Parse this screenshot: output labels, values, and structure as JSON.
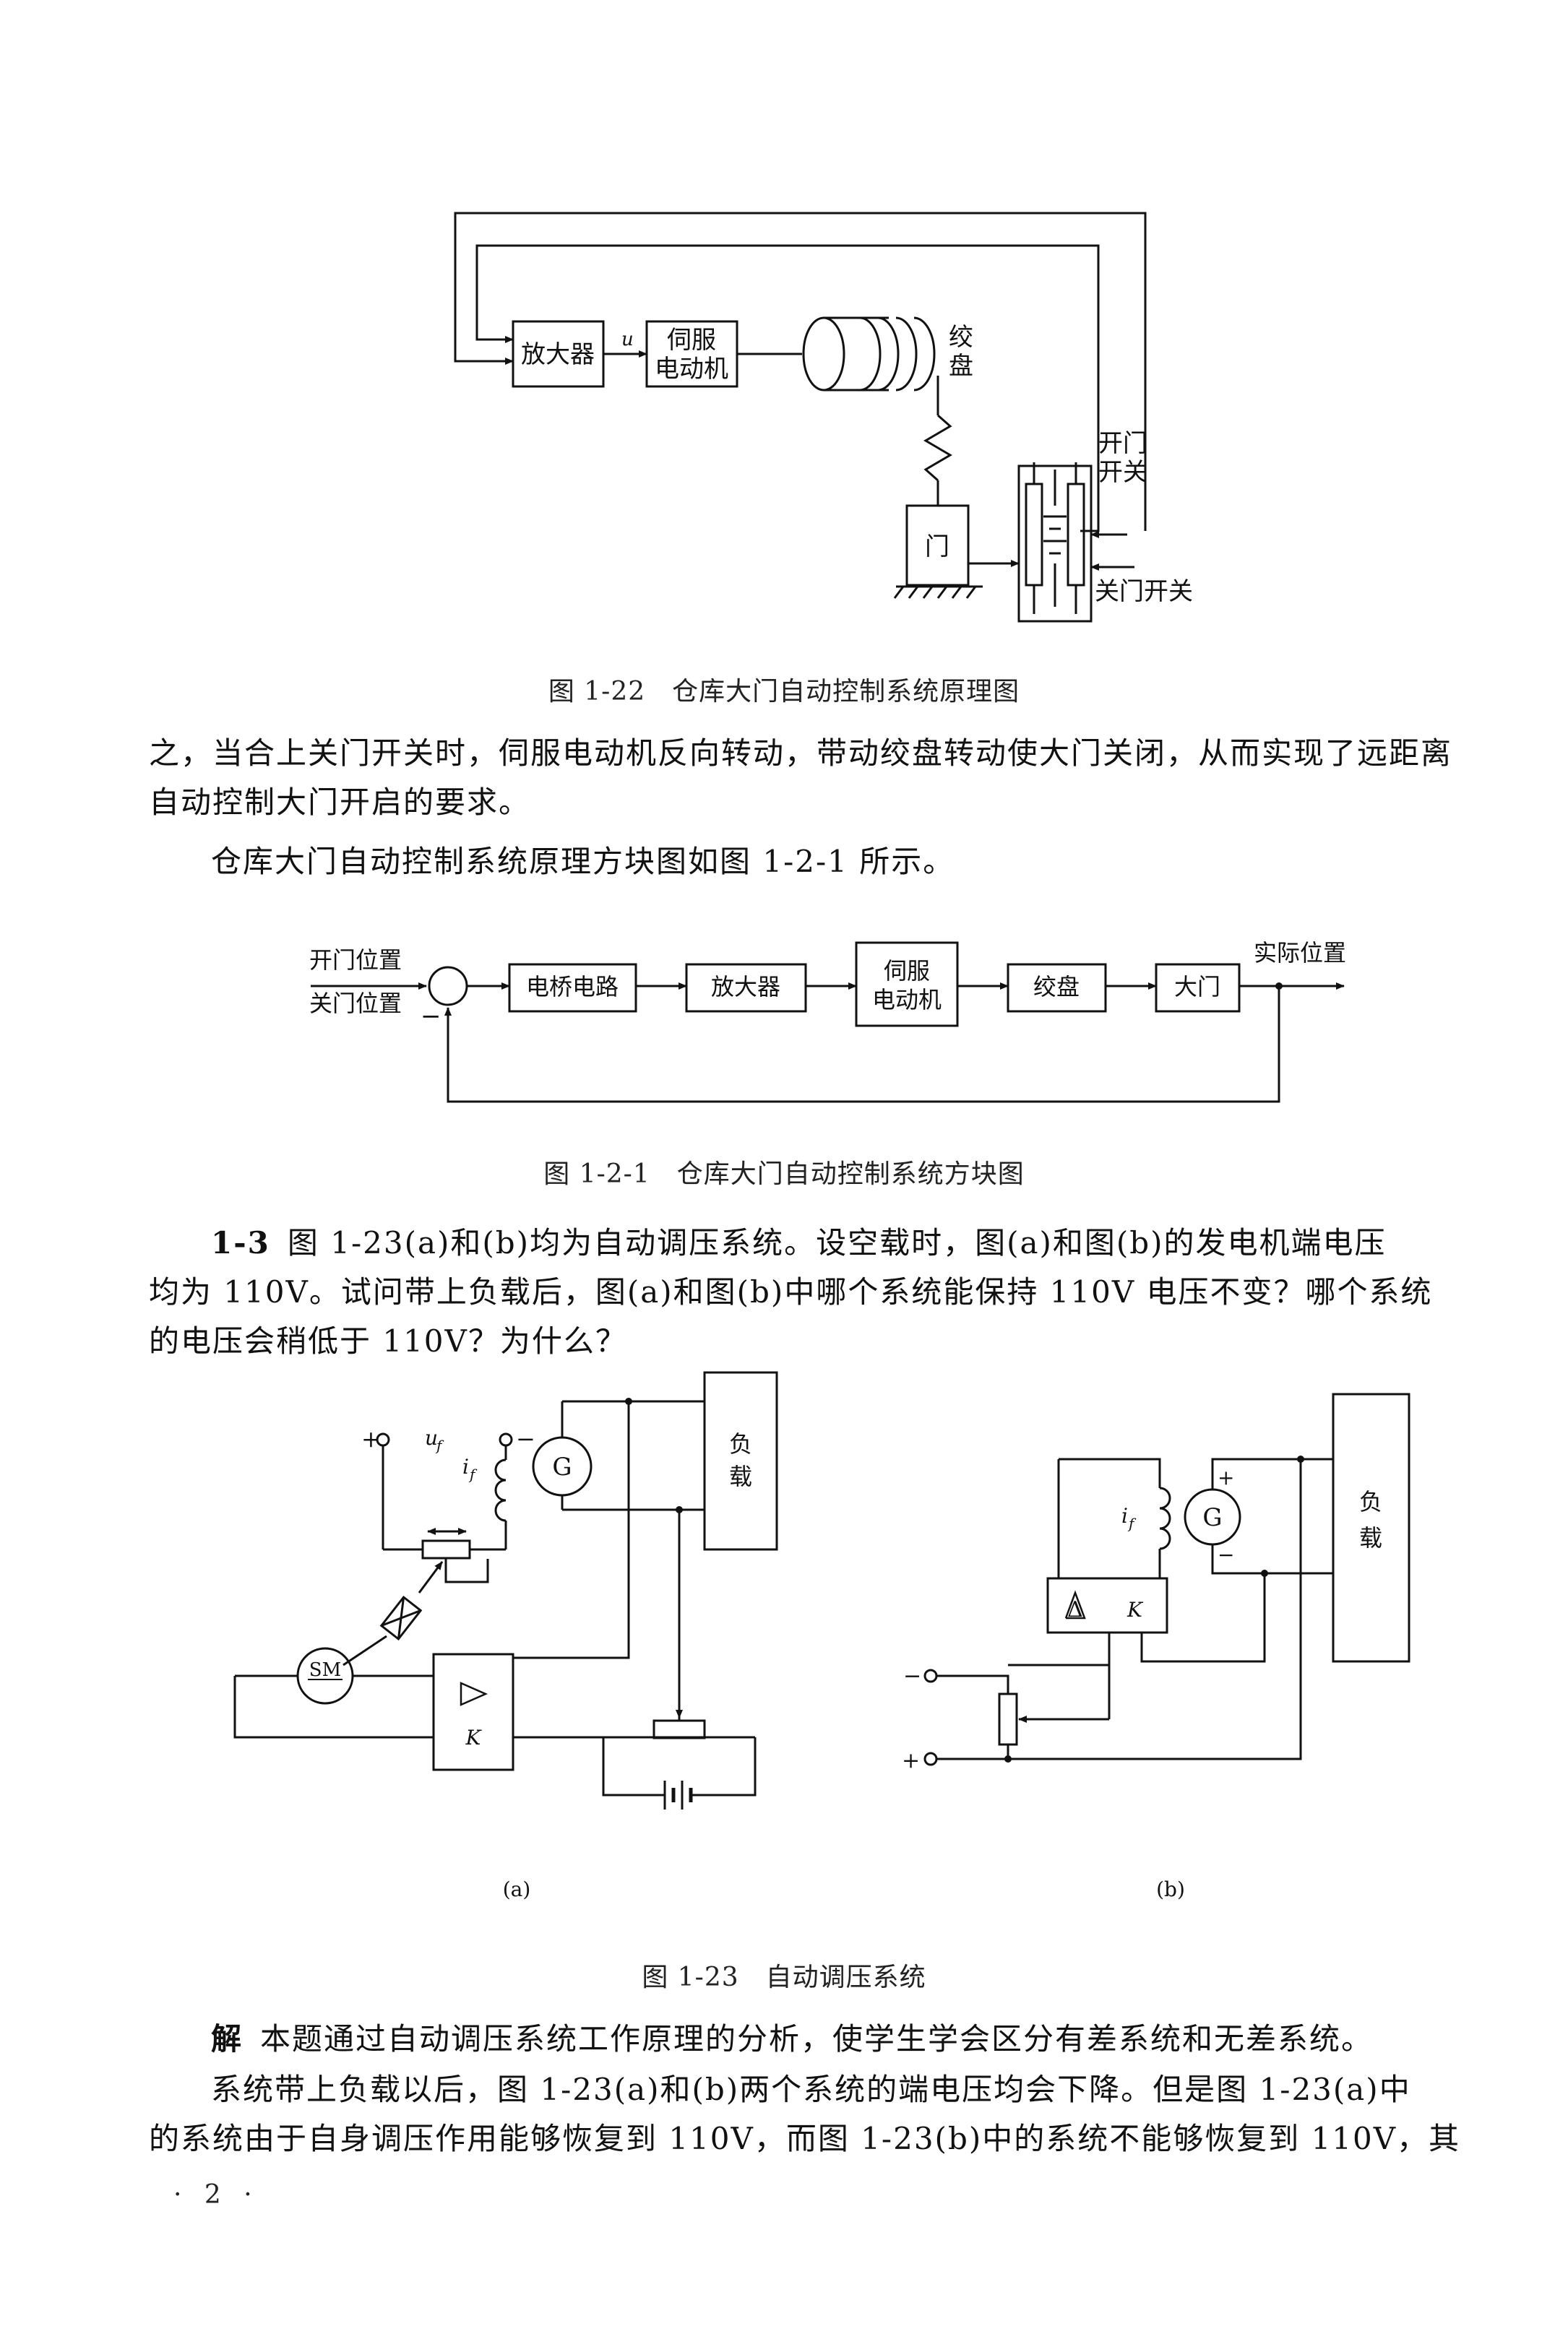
{
  "fig1_22": {
    "labels": {
      "amplifier": "放大器",
      "u": "u",
      "servo_line1": "伺服",
      "servo_line2": "电动机",
      "drum_line1": "绞",
      "drum_line2": "盘",
      "open_switch_line1": "开门",
      "open_switch_line2": "开关",
      "door": "门",
      "close_switch": "关门开关"
    },
    "caption": "图 1-22　仓库大门自动控制系统原理图"
  },
  "text_1": {
    "line1": "之，当合上关门开关时，伺服电动机反向转动，带动绞盘转动使大门关闭，从而实现了远距离",
    "line2": "自动控制大门开启的要求。",
    "line3": "仓库大门自动控制系统原理方块图如图 1-2-1 所示。"
  },
  "fig1_2_1": {
    "inputs": {
      "open": "开门位置",
      "close": "关门位置",
      "minus": "−"
    },
    "blocks": {
      "bridge": "电桥电路",
      "amplifier": "放大器",
      "servo_line1": "伺服",
      "servo_line2": "电动机",
      "drum": "绞盘",
      "door": "大门"
    },
    "output": "实际位置",
    "caption": "图 1-2-1　仓库大门自动控制系统方块图"
  },
  "problem_1_3": {
    "number": "1-3",
    "line1": "图 1-23(a)和(b)均为自动调压系统。设空载时，图(a)和图(b)的发电机端电压",
    "line2": "均为 110V。试问带上负载后，图(a)和图(b)中哪个系统能保持 110V 电压不变？哪个系统",
    "line3": "的电压会稍低于 110V？为什么？"
  },
  "fig1_23": {
    "a": {
      "plus": "+",
      "minus": "−",
      "uf": "u",
      "uf_sub": "f",
      "if": "i",
      "if_sub": "f",
      "G": "G",
      "load_line1": "负",
      "load_line2": "载",
      "SM": "SM",
      "K": "K",
      "sub_label": "(a)"
    },
    "b": {
      "minus_in": "−",
      "plus_in": "+",
      "if": "i",
      "if_sub": "f",
      "G": "G",
      "g_plus": "+",
      "g_minus": "−",
      "delta": "Δ",
      "K": "K",
      "load_line1": "负",
      "load_line2": "载",
      "sub_label": "(b)"
    },
    "caption": "图 1-23　自动调压系统"
  },
  "solution": {
    "label": "解",
    "line1": "本题通过自动调压系统工作原理的分析，使学生学会区分有差系统和无差系统。",
    "line2": "系统带上负载以后，图 1-23(a)和(b)两个系统的端电压均会下降。但是图 1-23(a)中",
    "line3": "的系统由于自身调压作用能够恢复到 110V，而图 1-23(b)中的系统不能够恢复到 110V，其"
  },
  "page_number": "· 2 ·"
}
